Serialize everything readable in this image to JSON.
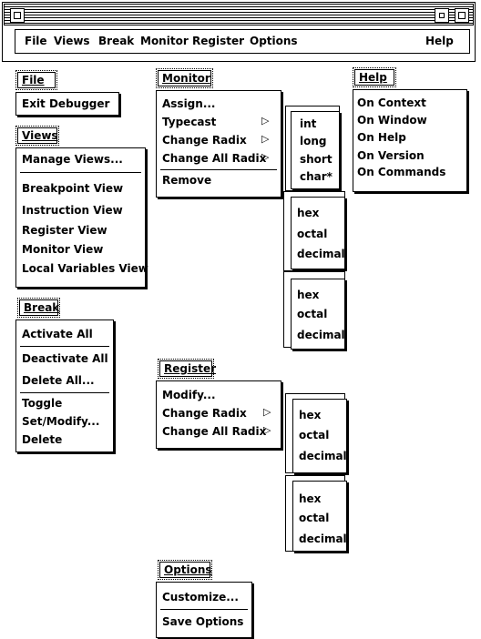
{
  "menubar": {
    "items": [
      "File",
      "Views",
      "Break",
      "Monitor",
      "Register",
      "Options"
    ],
    "help": "Help"
  },
  "file_menu": {
    "title": "File",
    "items": [
      "Exit Debugger"
    ]
  },
  "views_menu": {
    "title": "Views",
    "items": [
      "Manage Views...",
      "Breakpoint View",
      "Instruction View",
      "Register View",
      "Monitor View",
      "Local Variables View"
    ]
  },
  "break_menu": {
    "title": "Break",
    "items": [
      "Activate All",
      "Deactivate All",
      "Delete All...",
      "Toggle",
      "Set/Modify...",
      "Delete"
    ]
  },
  "monitor_menu": {
    "title": "Monitor",
    "items": [
      "Assign...",
      "Typecast",
      "Change Radix",
      "Change All Radix",
      "Remove"
    ],
    "arrow": "▷"
  },
  "typecast_submenu": {
    "items": [
      "int",
      "long",
      "short",
      "char*"
    ]
  },
  "monitor_radix_submenu": {
    "items": [
      "hex",
      "octal",
      "decimal"
    ]
  },
  "monitor_all_radix_submenu": {
    "items": [
      "hex",
      "octal",
      "decimal"
    ]
  },
  "register_menu": {
    "title": "Register",
    "items": [
      "Modify...",
      "Change Radix",
      "Change All Radix"
    ],
    "arrow": "▷"
  },
  "register_radix_submenu": {
    "items": [
      "hex",
      "octal",
      "decimal"
    ]
  },
  "register_all_radix_submenu": {
    "items": [
      "hex",
      "octal",
      "decimal"
    ]
  },
  "options_menu": {
    "title": "Options",
    "items": [
      "Customize...",
      "Save Options"
    ]
  },
  "help_menu": {
    "title": "Help",
    "items": [
      "On Context",
      "On Window",
      "On Help",
      "On Version",
      "On Commands"
    ]
  }
}
